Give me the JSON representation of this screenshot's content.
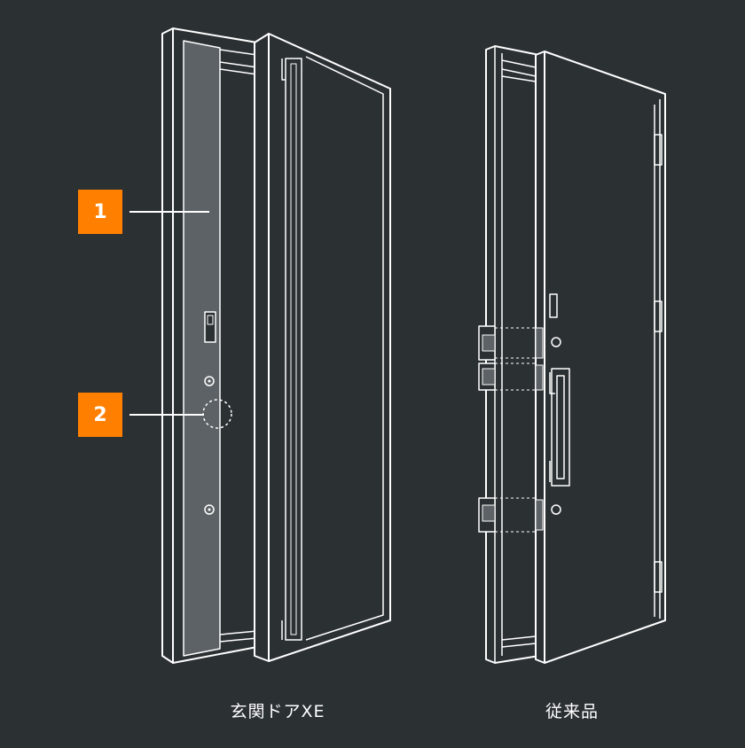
{
  "colors": {
    "background": "#2b3033",
    "line": "#ffffff",
    "accent": "#ff7f00",
    "seal_panel": "#5d6266",
    "door_face": "#2b3033"
  },
  "callouts": [
    {
      "label": "1",
      "target": "airtight-seal-panel"
    },
    {
      "label": "2",
      "target": "lock-area-dashed-circle"
    }
  ],
  "captions": {
    "xe": "玄関ドアXE",
    "conventional": "従来品"
  }
}
